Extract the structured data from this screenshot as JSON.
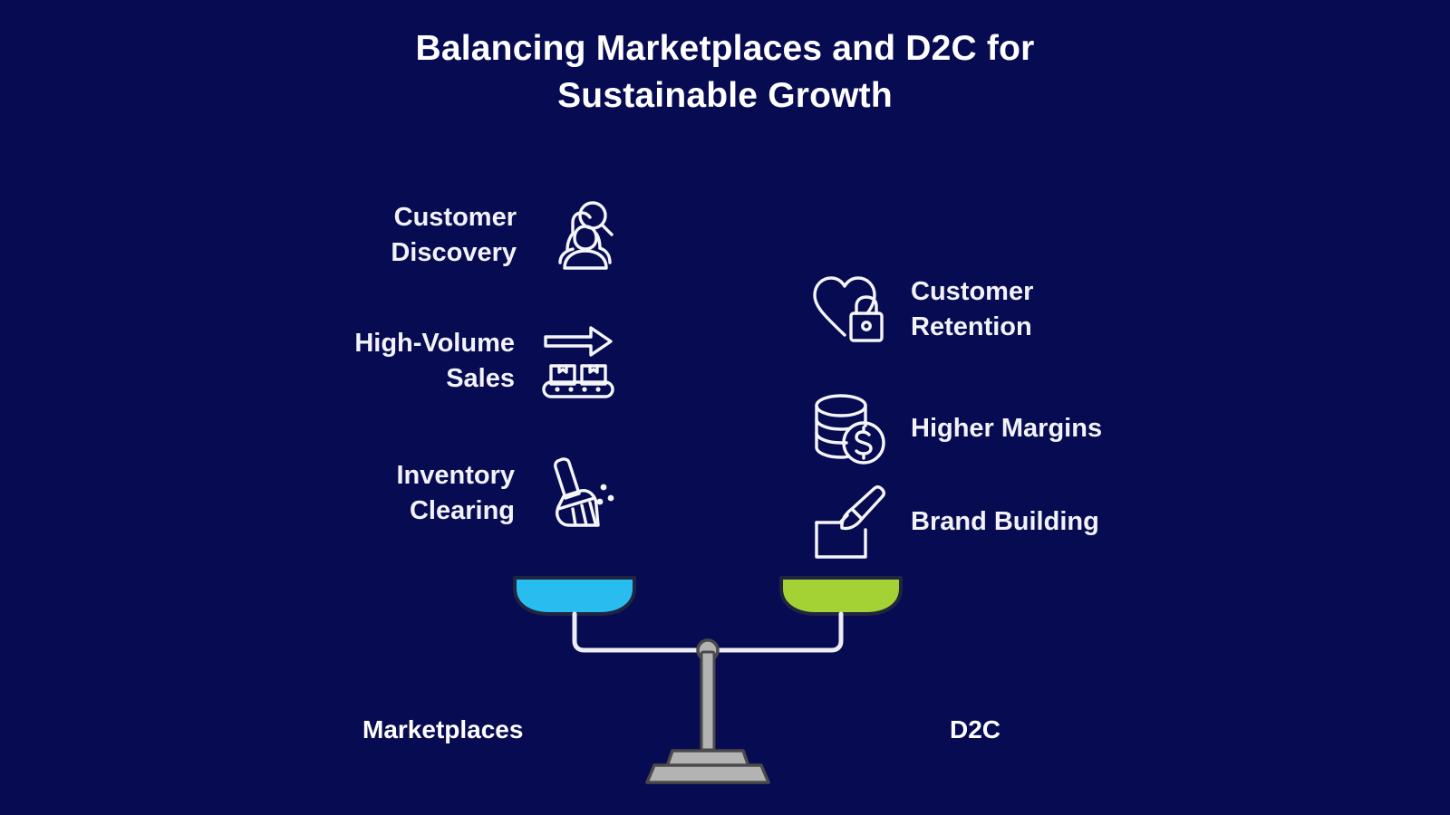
{
  "meta": {
    "background_color": "#070B52",
    "text_color": "#FFFFFF",
    "icon_stroke_color": "#F5F6FA",
    "left_pan_color": "#29BDEF",
    "right_pan_color": "#A4D234",
    "scale_metal_color": "#B3B3B3",
    "scale_beam_color": "#EDEEF5"
  },
  "title": {
    "line1": "Balancing Marketplaces and D2C for",
    "line2": "Sustainable Growth"
  },
  "left_side": {
    "pan_label": "Marketplaces",
    "pan_color": "#29BDEF",
    "items": [
      {
        "label": "Customer\nDiscovery",
        "icon": "people-search-icon"
      },
      {
        "label": "High-Volume\nSales",
        "icon": "conveyor-belt-arrow-icon"
      },
      {
        "label": "Inventory\nClearing",
        "icon": "broom-sweep-icon"
      }
    ]
  },
  "right_side": {
    "pan_label": "D2C",
    "pan_color": "#A4D234",
    "items": [
      {
        "label": "Customer\nRetention",
        "icon": "heart-lock-icon"
      },
      {
        "label": "Higher Margins",
        "icon": "coin-stack-dollar-icon"
      },
      {
        "label": "Brand Building",
        "icon": "paintbrush-canvas-icon"
      }
    ]
  },
  "scale": {
    "name": "balance-scale",
    "state": "balanced",
    "fulcrum": "pivot-point"
  }
}
